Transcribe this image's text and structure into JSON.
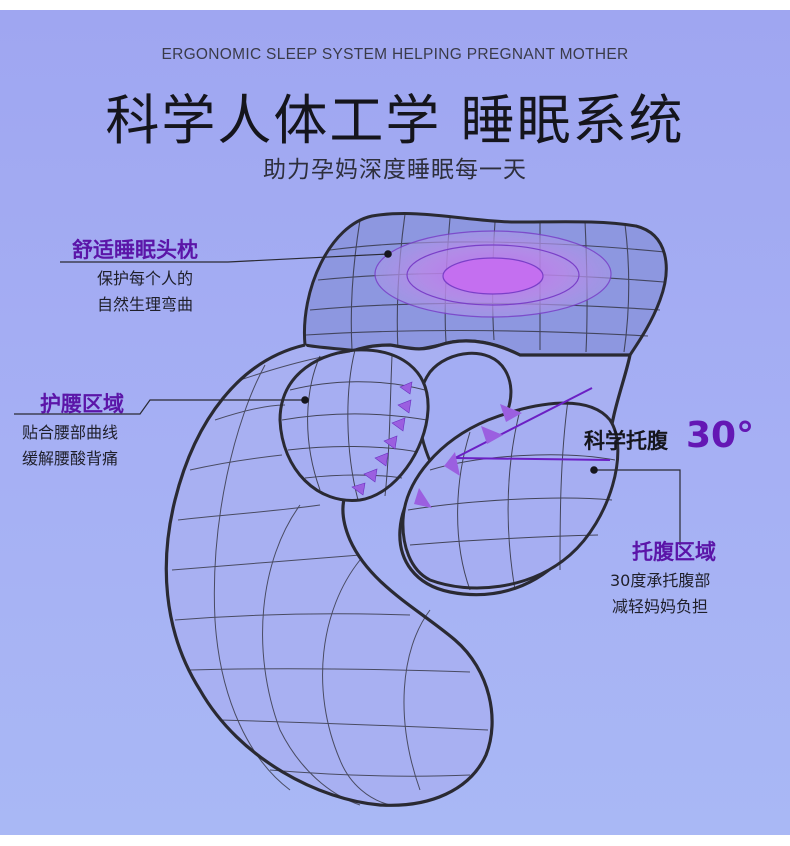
{
  "header": {
    "subtitle_en": "ERGONOMIC SLEEP SYSTEM HELPING PREGNANT MOTHER",
    "title": "科学人体工学  睡眠系统",
    "tagline": "助力孕妈深度睡眠每一天"
  },
  "callouts": {
    "head": {
      "title": "舒适睡眠头枕",
      "desc_line1": "保护每个人的",
      "desc_line2": "自然生理弯曲"
    },
    "waist": {
      "title": "护腰区域",
      "desc_line1": "贴合腰部曲线",
      "desc_line2": "缓解腰酸背痛"
    },
    "belly_angle": {
      "label": "科学托腹",
      "value": "30°"
    },
    "belly": {
      "title": "托腹区域",
      "desc_line1": "30度承托腹部",
      "desc_line2": "减轻妈妈负担"
    }
  },
  "colors": {
    "background": "#a3adf3",
    "accent_purple": "#6417b4",
    "outline": "#2a2a33",
    "headrest_highlight": "#c77de8",
    "arrow": "#9b5fe0"
  },
  "icons": [
    "direction-arrow-icon",
    "callout-dot-icon"
  ]
}
